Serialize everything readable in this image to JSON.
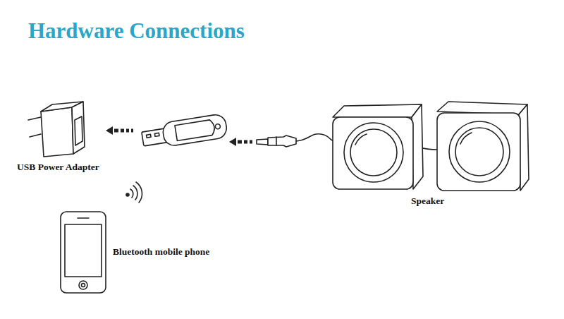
{
  "diagram": {
    "title": "Hardware Connections",
    "nodes": [
      {
        "text": [
          "USB Power Adapter"
        ]
      },
      {
        "text": [
          "Speaker"
        ]
      },
      {
        "text": [
          "Bluetooth mobile phone"
        ]
      }
    ]
  }
}
